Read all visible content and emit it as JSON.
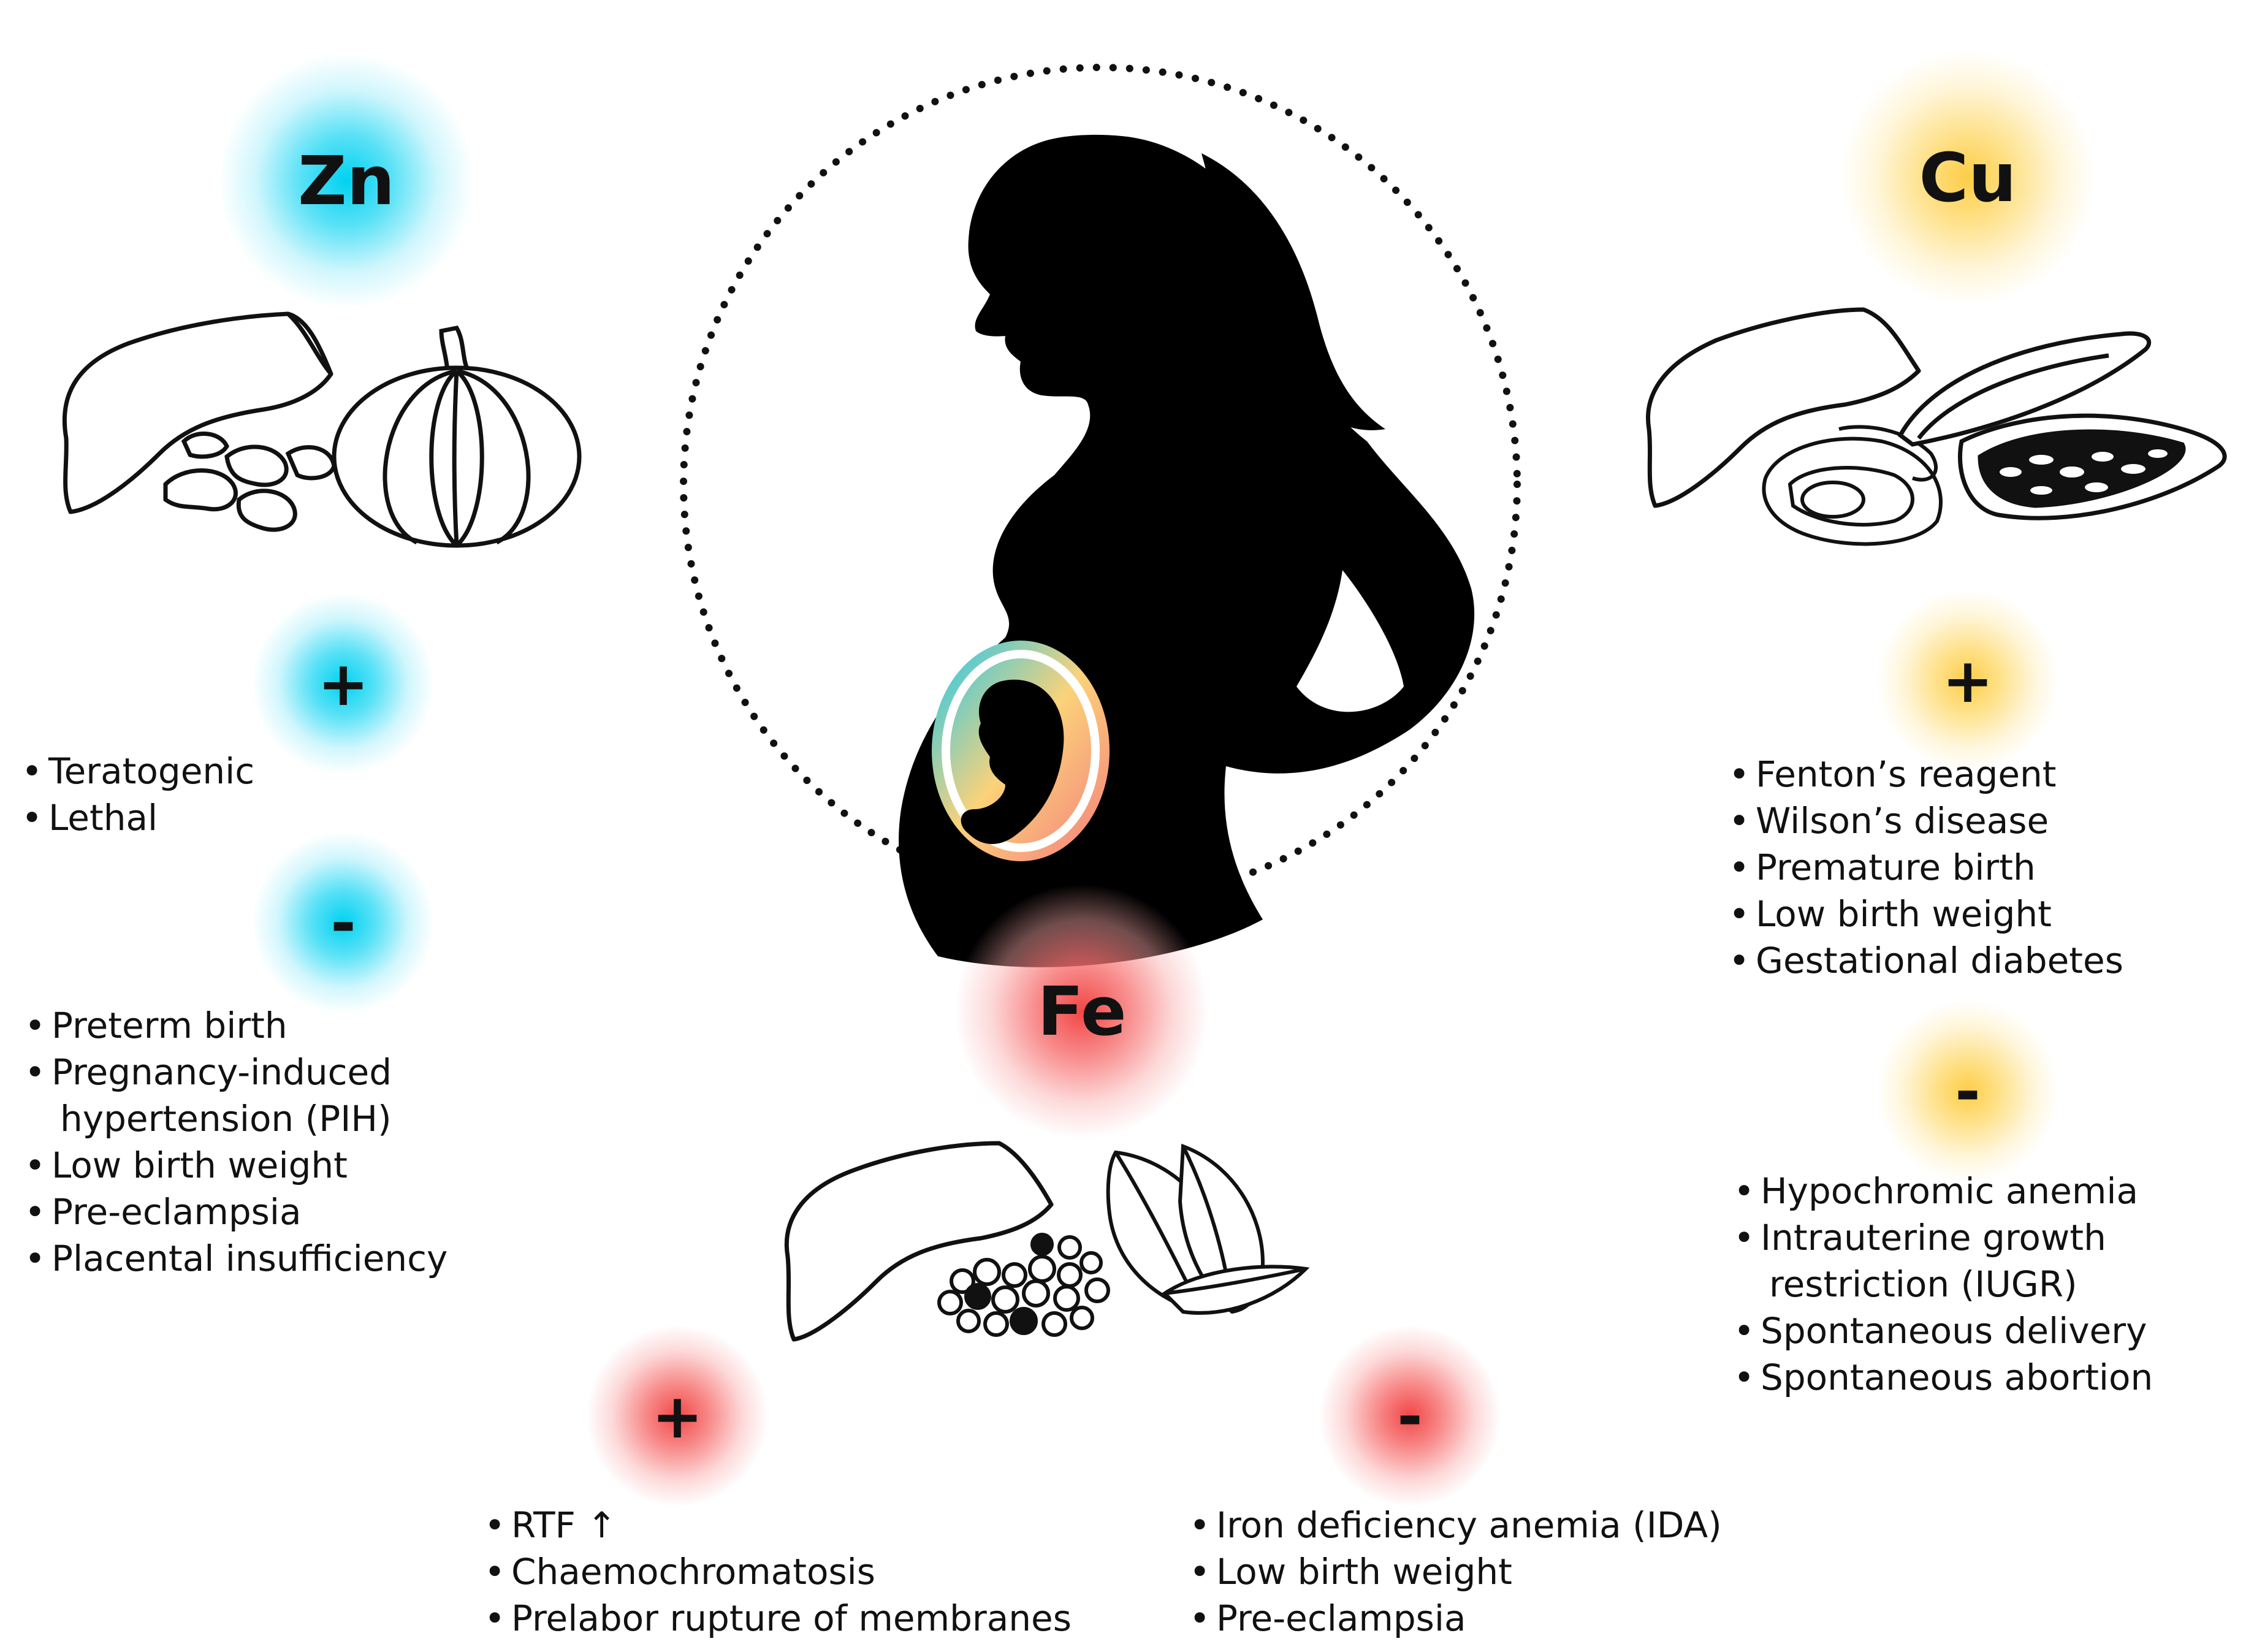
{
  "zn": {
    "label": "Zn",
    "color": "#00d2f0",
    "excess_sign": "+",
    "deficiency_sign": "-",
    "excess_effects": [
      "Teratogenic",
      "Lethal"
    ],
    "deficiency_effects": [
      "Preterm birth",
      "Pregnancy-induced",
      "hypertension (PIH)",
      "Low birth weight",
      "Pre-eclampsia",
      "Placental insufficiency"
    ],
    "food_icons": [
      "liver-icon",
      "beans-icon",
      "pumpkin-icon"
    ]
  },
  "cu": {
    "label": "Cu",
    "color": "#fdcd46",
    "excess_sign": "+",
    "deficiency_sign": "-",
    "excess_effects": [
      "Fenton’s reagent",
      "Wilson’s disease",
      "Premature birth",
      "Low birth weight",
      "Gestational diabetes"
    ],
    "deficiency_effects": [
      "Hypochromic anemia",
      "Intrauterine growth",
      "restriction (IUGR)",
      "Spontaneous delivery",
      "Spontaneous abortion"
    ],
    "food_icons": [
      "liver-icon",
      "oyster-icon",
      "cocoa-pod-icon"
    ]
  },
  "fe": {
    "label": "Fe",
    "color": "#f24646",
    "excess_sign": "+",
    "deficiency_sign": "-",
    "excess_effects": [
      "RTF ↑",
      "Chaemochromatosis",
      "Prelabor rupture of membranes"
    ],
    "deficiency_effects": [
      "Iron deficiency anemia (IDA)",
      "Low birth weight",
      "Pre-eclampsia"
    ],
    "food_icons": [
      "liver-icon",
      "lentils-icon",
      "spinach-leaves-icon"
    ]
  },
  "center": {
    "icons": [
      "pregnant-woman-silhouette-icon",
      "fetus-icon",
      "dotted-circle"
    ]
  }
}
